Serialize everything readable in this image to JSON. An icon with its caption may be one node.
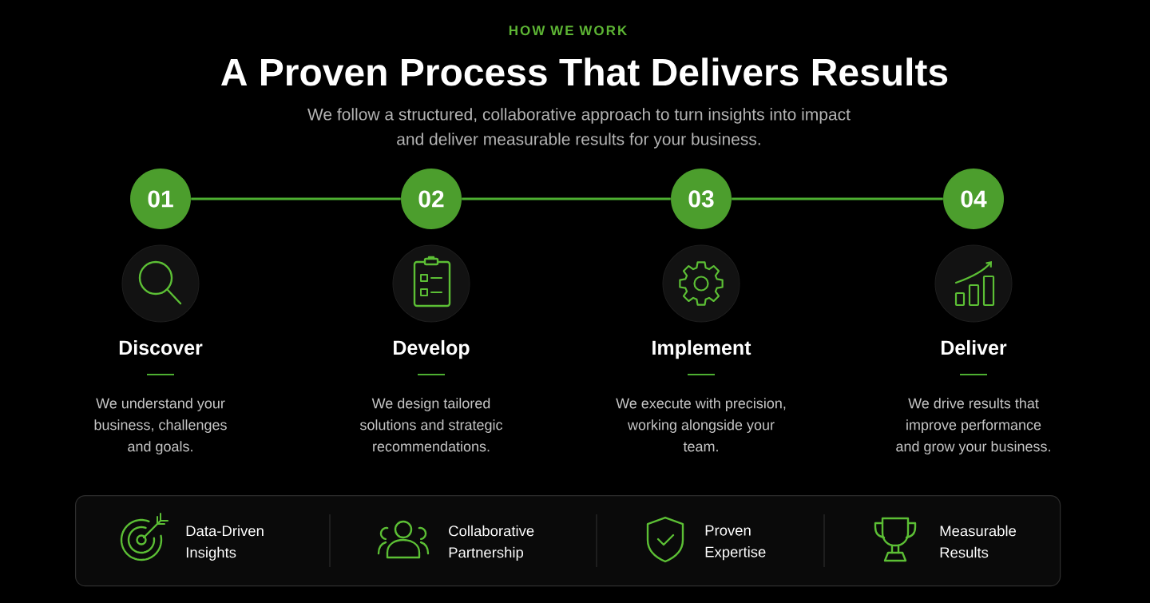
{
  "diagram": {
    "title": "A Proven Process That Delivers Results",
    "nodes": [
      {
        "text": [
          "01"
        ],
        "beside": [
          "Discover",
          "We understand your business, challenges and goals."
        ]
      },
      {
        "text": [
          "02"
        ],
        "beside": [
          "Develop",
          "We design tailored solutions and strategic recommendations."
        ]
      },
      {
        "text": [
          "03"
        ],
        "beside": [
          "Implement",
          "We execute with precision, working alongside your team."
        ]
      },
      {
        "text": [
          "04"
        ],
        "beside": [
          "Deliver",
          "We drive results that improve performance and grow your business."
        ]
      },
      {
        "text": [
          "Data-Driven Insights",
          "Collaborative Partnership",
          "Proven Expertise",
          "Measurable Results"
        ]
      }
    ],
    "edges": [
      {
        "from": 0,
        "to": 1,
        "arrow": "none"
      },
      {
        "from": 1,
        "to": 2,
        "arrow": "none"
      },
      {
        "from": 2,
        "to": 3,
        "arrow": "none"
      }
    ],
    "labels": [
      "HOW WE WORK",
      "We follow a structured, collaborative approach to turn insights into impact and deliver measurable results for your business."
    ]
  }
}
